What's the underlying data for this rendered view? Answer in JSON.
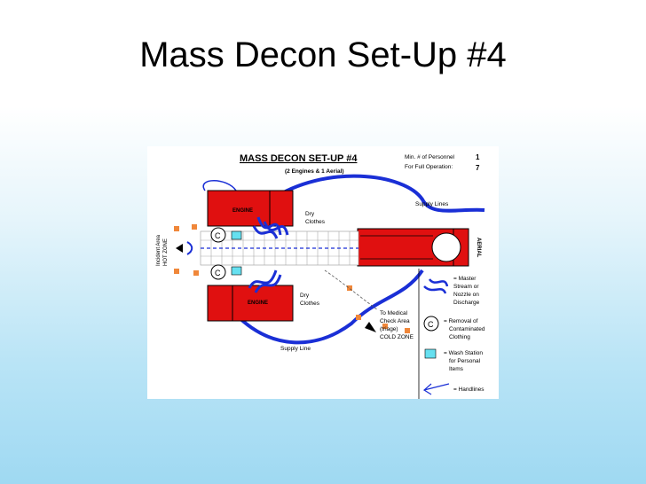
{
  "slide": {
    "title": "Mass Decon Set-Up #4"
  },
  "diagram": {
    "heading": "MASS DECON SET-UP #4",
    "subheading": "(2 Engines & 1 Aerial)",
    "personnel_label_1": "Min. # of Personnel",
    "personnel_label_2": "For Full Operation:",
    "personnel_value_1": "1",
    "personnel_value_2": "7",
    "engine_top_label": "ENGINE",
    "engine_bottom_label": "ENGINE",
    "aerial_label": "AERIAL",
    "incident_area": "Incident Area",
    "hot_zone": "HOT ZONE",
    "dry_clothes_1": "Dry",
    "dry_clothes_2": "Clothes",
    "supply_lines": "Supply Lines",
    "supply_line": "Supply Line",
    "medical_1": "To Medical",
    "medical_2": "Check Area",
    "medical_3": "(triage)",
    "medical_4": "COLD ZONE",
    "c_symbol": "C",
    "legend": {
      "master_stream_1": "= Master",
      "master_stream_2": "Stream or",
      "master_stream_3": "Nozzle on",
      "master_stream_4": "Discharge",
      "removal_1": "= Removal of",
      "removal_2": "Contaminated",
      "removal_3": "Clothing",
      "wash_1": "= Wash Station",
      "wash_2": "for Personal",
      "wash_3": "Items",
      "handlines": "= Handlines"
    }
  },
  "colors": {
    "truck_red": "#e01010",
    "hose_blue": "#1a2fd6",
    "decon_orange": "#f0873a",
    "wash_cyan": "#66e0f0"
  }
}
